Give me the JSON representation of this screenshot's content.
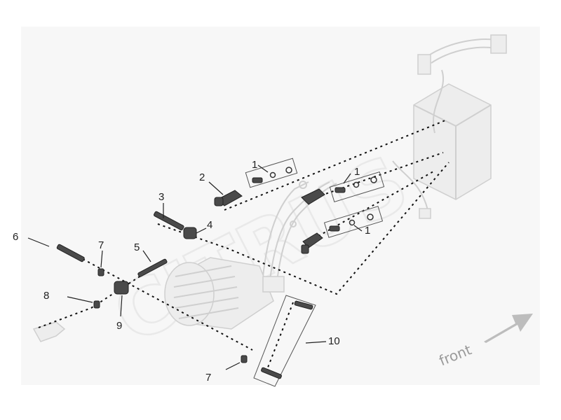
{
  "diagram": {
    "watermark_text": "CITRUS",
    "direction_label": "front",
    "callouts": [
      {
        "id": "c1a",
        "label": "1"
      },
      {
        "id": "c1b",
        "label": "1"
      },
      {
        "id": "c1c",
        "label": "1"
      },
      {
        "id": "c2",
        "label": "2"
      },
      {
        "id": "c3",
        "label": "3"
      },
      {
        "id": "c4",
        "label": "4"
      },
      {
        "id": "c5",
        "label": "5"
      },
      {
        "id": "c6",
        "label": "6"
      },
      {
        "id": "c7a",
        "label": "7"
      },
      {
        "id": "c7b",
        "label": "7"
      },
      {
        "id": "c8",
        "label": "8"
      },
      {
        "id": "c9",
        "label": "9"
      },
      {
        "id": "c10",
        "label": "10"
      }
    ]
  }
}
